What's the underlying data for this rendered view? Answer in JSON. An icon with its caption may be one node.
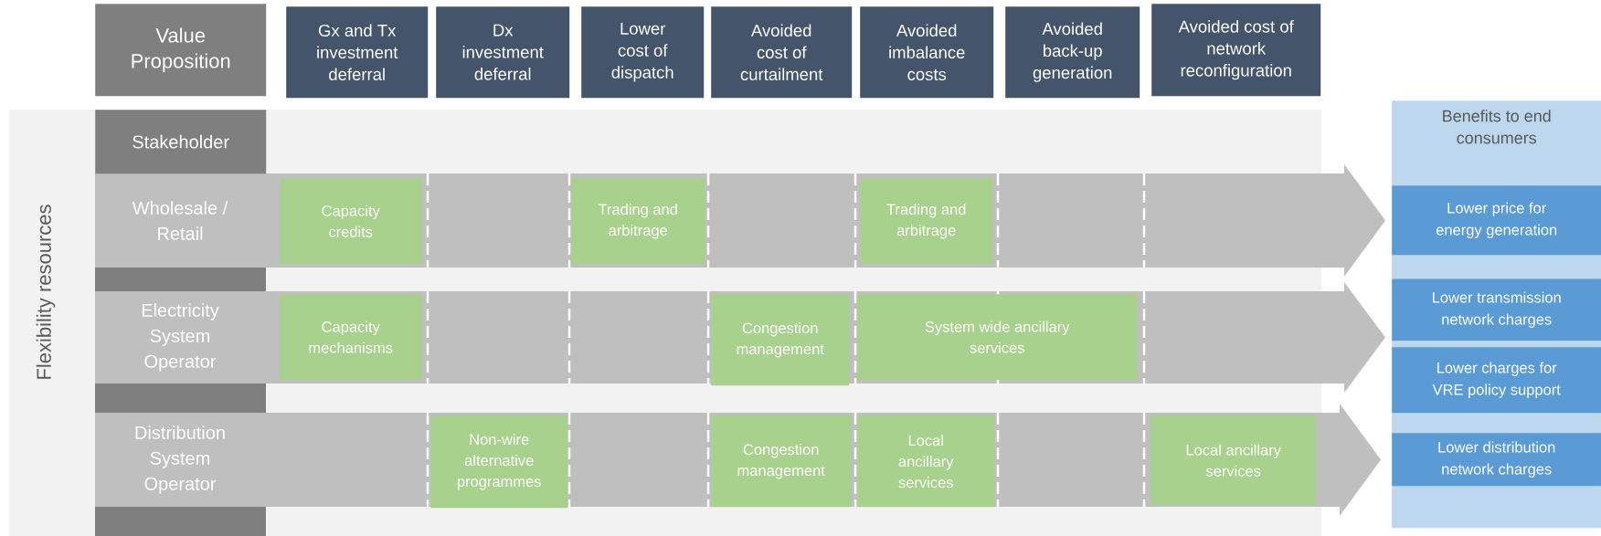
{
  "diagram": {
    "nodes": [
      {
        "text": [
          "Value Proposition"
        ]
      },
      {
        "text": [
          "Gx and Tx investment deferral"
        ]
      },
      {
        "text": [
          "Dx investment deferral"
        ]
      },
      {
        "text": [
          "Lower cost of dispatch"
        ]
      },
      {
        "text": [
          "Avoided cost of curtailment"
        ]
      },
      {
        "text": [
          "Avoided imbalance costs"
        ]
      },
      {
        "text": [
          "Avoided back-up generation"
        ]
      },
      {
        "text": [
          "Avoided cost of network reconfiguration"
        ]
      },
      {
        "text": [
          "Stakeholder"
        ]
      },
      {
        "text": [
          "Wholesale / Retail"
        ]
      },
      {
        "text": [
          "Capacity credits"
        ],
        "in": 9
      },
      {
        "text": [
          "Trading and arbitrage"
        ],
        "in": 9
      },
      {
        "text": [
          "Trading and arbitrage"
        ],
        "in": 9
      },
      {
        "text": [
          "Electricity System Operator"
        ]
      },
      {
        "text": [
          "Capacity mechanisms"
        ],
        "in": 13
      },
      {
        "text": [
          "Congestion management"
        ],
        "in": 13
      },
      {
        "text": [
          "System wide ancillary services"
        ],
        "in": 13
      },
      {
        "text": [
          "Distribution System Operator"
        ]
      },
      {
        "text": [
          "Non-wire alternative programmes"
        ],
        "in": 17
      },
      {
        "text": [
          "Congestion management"
        ],
        "in": 17
      },
      {
        "text": [
          "Local ancillary services"
        ],
        "in": 17
      },
      {
        "text": [
          "Local ancillary services"
        ],
        "in": 17
      },
      {
        "text": [
          "Benefits to end consumers"
        ]
      },
      {
        "text": [
          "Lower price for energy generation"
        ],
        "in": 22
      },
      {
        "text": [
          "Lower transmission network charges"
        ],
        "in": 22
      },
      {
        "text": [
          "Lower charges for VRE policy support"
        ],
        "in": 22
      },
      {
        "text": [
          "Lower distribution network charges"
        ],
        "in": 22
      }
    ],
    "labels": [
      "Flexibility resources"
    ]
  }
}
